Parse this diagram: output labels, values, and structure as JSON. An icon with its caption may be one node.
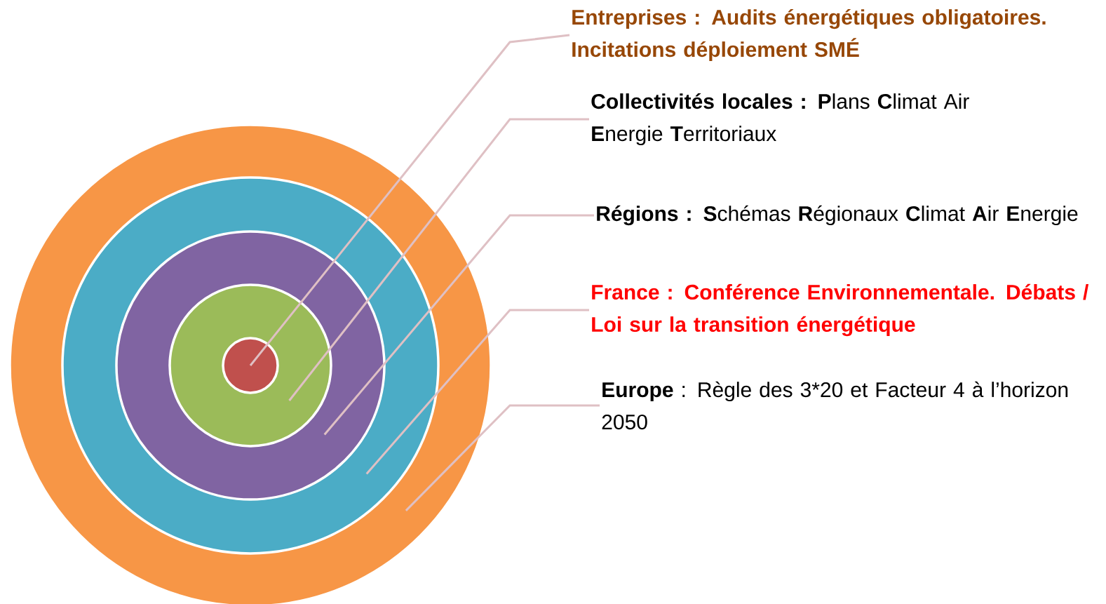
{
  "diagram": {
    "nodes": [
      {
        "text": [],
        "shape": "circle"
      },
      {
        "text": [],
        "shape": "circle",
        "in": 0
      },
      {
        "text": [],
        "shape": "circle",
        "in": 1
      },
      {
        "text": [],
        "shape": "circle",
        "in": 2
      },
      {
        "text": [],
        "shape": "circle",
        "in": 3
      },
      {
        "text": [
          "Entreprises : Audits énergétiques obligatoires. Incitations déploiement SMÉ"
        ]
      },
      {
        "text": [
          "**Collectivités locales :** **P**lans **C**limat Air **E**nergie **T**erritoriaux"
        ]
      },
      {
        "text": [
          "**Régions :** **S**chémas **R**égionaux **C**limat **A**ir **E**nergie"
        ]
      },
      {
        "text": [
          "France : Conférence Environnementale. Débats / Loi sur la transition énergétique"
        ]
      },
      {
        "text": [
          "**Europe** : Règle des 3*20 et Facteur 4 à l’horizon 2050"
        ]
      }
    ],
    "edges": [
      {
        "from": 5,
        "to": 4,
        "arrow": "none"
      },
      {
        "from": 6,
        "to": 3,
        "arrow": "none"
      },
      {
        "from": 7,
        "to": 2,
        "arrow": "none"
      },
      {
        "from": 8,
        "to": 1,
        "arrow": "none"
      },
      {
        "from": 9,
        "to": 0,
        "arrow": "none"
      }
    ]
  }
}
